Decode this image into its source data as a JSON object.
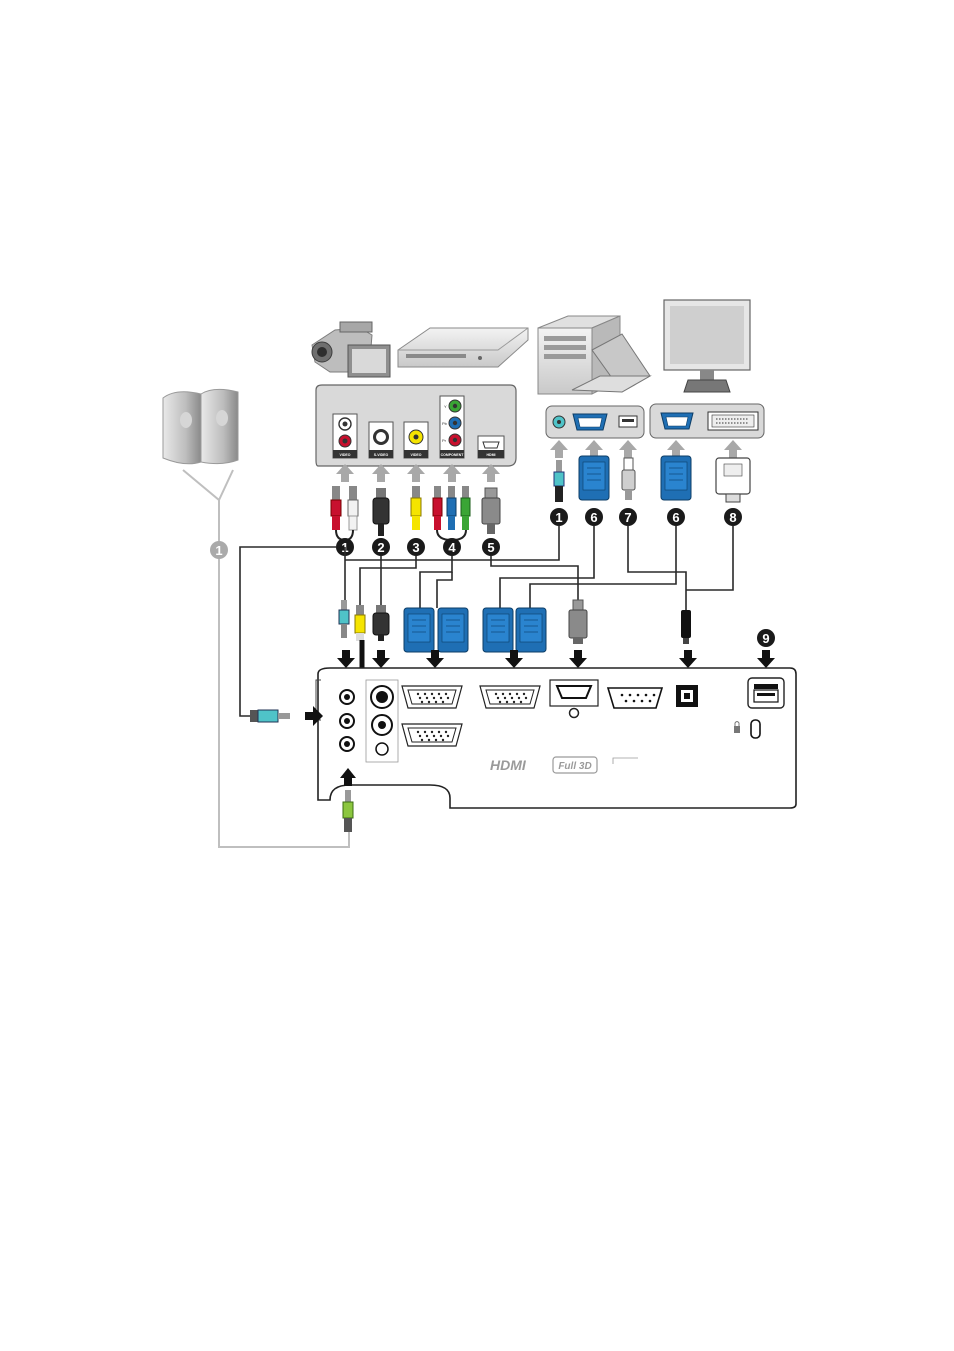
{
  "labels": {
    "panel_video_audio": "VIDEO",
    "panel_svideo": "S-VIDEO",
    "panel_video": "VIDEO",
    "panel_component": "COMPONENT",
    "panel_hdmi": "HDMI",
    "comp_y": "Y",
    "comp_pb": "Pb",
    "comp_pr": "Pr",
    "hdmi_logo": "HDMI",
    "full3d_logo": "Full 3D"
  },
  "callouts": {
    "audio_rca": "1",
    "svideo": "2",
    "composite": "3",
    "component": "4",
    "hdmi": "5",
    "pc_audio": "1",
    "vga_pc": "6",
    "usb": "7",
    "vga_monitor": "6",
    "dvi": "8",
    "usb_power": "9",
    "speakers": "1"
  },
  "colors": {
    "badge": "#1a1a1a",
    "badge_gray": "#aaaaaa",
    "vga_blue": "#1f6fb4",
    "cable": "#2a2a2a",
    "arrow_gray": "#a8a8a8",
    "rca_red": "#c8102e",
    "rca_white": "#f2f2f2",
    "rca_yellow": "#f5e400",
    "rca_green": "#3aa535",
    "rca_blue": "#1f6fb4",
    "audio_teal": "#4fc3c8",
    "audio_green": "#8cc63f"
  }
}
